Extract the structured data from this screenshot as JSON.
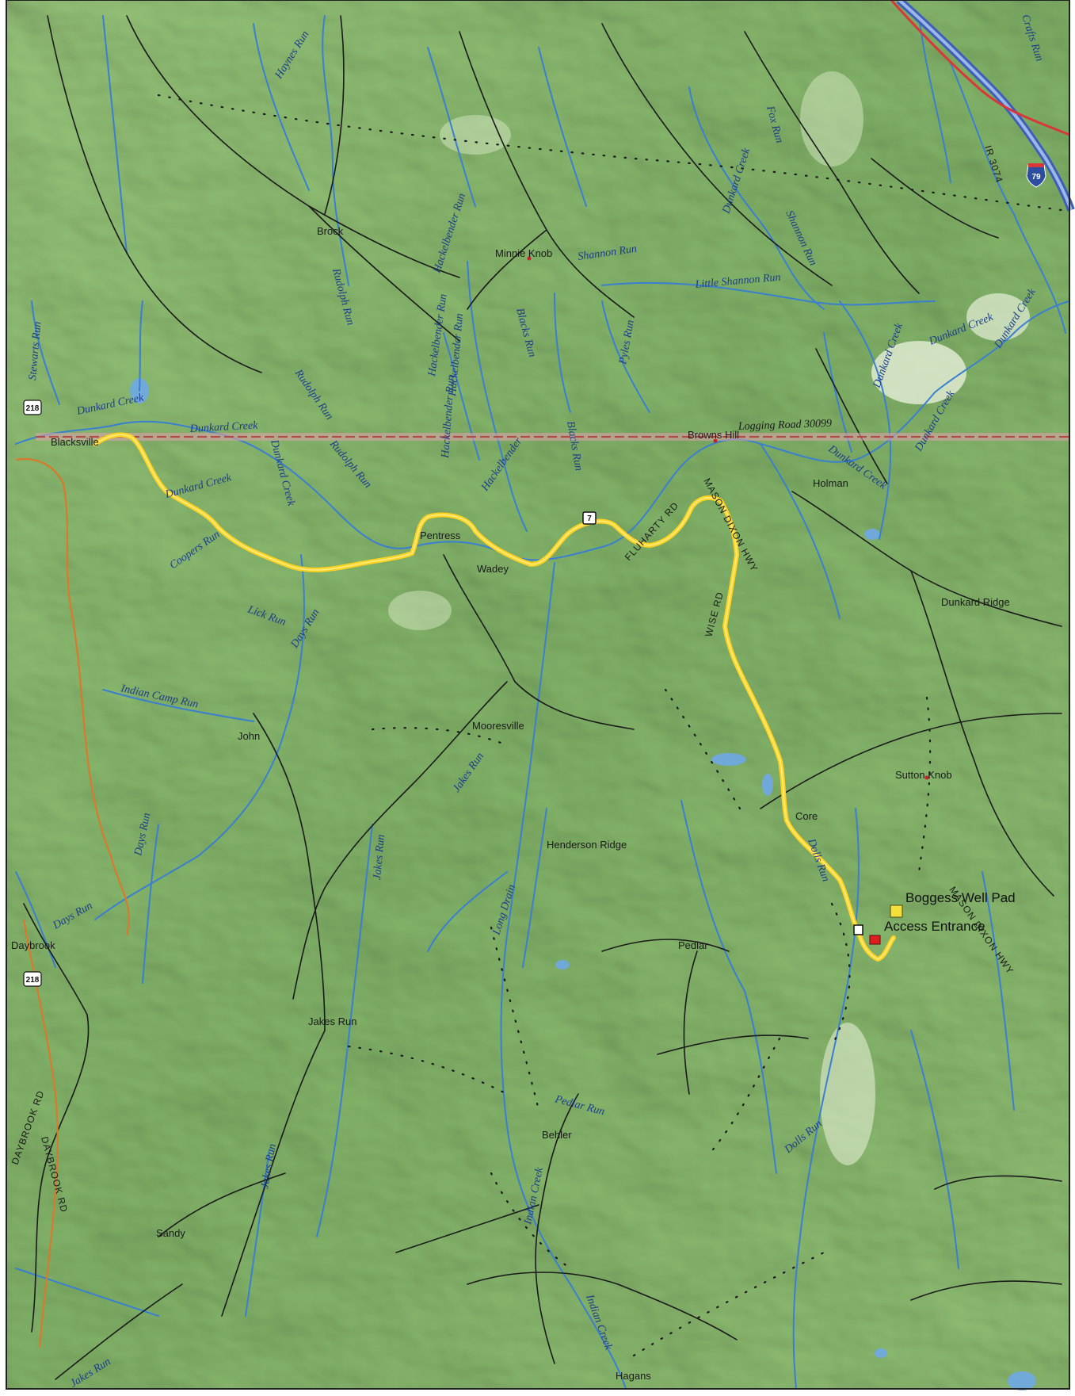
{
  "map": {
    "colors": {
      "terrain": "#8cbf72",
      "ridge_light": "#c9e1a8",
      "valley_dark": "#5f8f52",
      "stream": "#3a7fd0",
      "water": "#6fa9e6",
      "road": "#1a1a1a",
      "highway": "#d8383a",
      "route": "#ffd21f",
      "boundary": "#b23a3a"
    },
    "places": {
      "blacksville": "Blacksville",
      "brock": "Brock",
      "minnie_knob": "Minnie Knob",
      "pentress": "Pentress",
      "wadey": "Wadey",
      "browns_hill": "Browns Hill",
      "holman": "Holman",
      "dunkard_ridge": "Dunkard Ridge",
      "mooresville": "Mooresville",
      "john": "John",
      "core": "Core",
      "sutton_knob": "Sutton Knob",
      "henderson_ridge": "Henderson Ridge",
      "pedlar": "Pedlar",
      "daybrook": "Daybrook",
      "jakes_run_town": "Jakes Run",
      "behler": "Behler",
      "sandy": "Sandy",
      "hagans": "Hagans"
    },
    "streams": {
      "haynes_run": "Haynes Run",
      "fox_run": "Fox Run",
      "crafts_run": "Crafts Run",
      "dunkard_creek_ne": "Dunkard Creek",
      "shannon_run_e": "Shannon Run",
      "shannon_run": "Shannon Run",
      "little_shannon_run": "Little Shannon Run",
      "hackelbender_run_1": "Hackelbender Run",
      "hackelbender_run_2": "Hackelbender Run",
      "hackelbender_run_3": "Hackelbender Run",
      "hackelbender_run_4": "Hackelbender Run",
      "hackelbender_5": "Hackelbender",
      "rudolph_run_1": "Rudolph Run",
      "rudolph_run_2": "Rudolph Run",
      "rudolph_run_3": "Rudolph Run",
      "blacks_run_1": "Blacks Run",
      "blacks_run_2": "Blacks Run",
      "pyles_run": "Pyles Run",
      "stewarts_run": "Stewarts Run",
      "dunkard_creek_w": "Dunkard Creek",
      "dunkard_creek_w2": "Dunkard Creek",
      "dunkard_creek_c": "Dunkard Creek",
      "dunkard_creek_c2": "Dunkard Creek",
      "dunkard_creek_e1": "Dunkard Creek",
      "dunkard_creek_e2": "Dunkard Creek",
      "dunkard_creek_e3": "Dunkard Creek",
      "dunkard_creek_e4": "Dunkard Creek",
      "dunkard_creek_e5": "Dunkard Creek",
      "coopers_run": "Coopers Run",
      "lick_run": "Lick Run",
      "days_run_1": "Days Run",
      "days_run_2": "Days Run",
      "days_run_3": "Days Run",
      "indian_camp_run": "Indian Camp Run",
      "jakes_run_1": "Jakes Run",
      "jakes_run_2": "Jakes Run",
      "jakes_run_3": "Jakes Run",
      "jakes_run_4": "Jakes Run",
      "long_drain": "Long Drain",
      "pedlar_run": "Pedlar Run",
      "indian_creek_1": "Indian Creek",
      "indian_creek_2": "Indian Creek",
      "dolls_run_1": "Dolls Run",
      "dolls_run_2": "Dolls Run"
    },
    "roads": {
      "logging_road": "Logging Road 30099",
      "ir_3074": "IR 3074",
      "mason_dixon_hwy_1": "MASON DIXON HWY",
      "mason_dixon_hwy_2": "MASON DIXON HWY",
      "wise_rd": "WISE RD",
      "fluharty_rd": "FLUHARTY RD",
      "daybrook_rd_1": "DAYBROOK RD",
      "daybrook_rd_2": "DAYBROOK RD"
    },
    "shields": {
      "wv218_north": "218",
      "wv218_south": "218",
      "i79": "79",
      "route7": "7"
    },
    "legend": {
      "well_pad": "Boggess Well Pad",
      "access_entrance": "Access Entrance",
      "well_pad_color": "#f5e03a",
      "access_color": "#e01e1e"
    }
  }
}
